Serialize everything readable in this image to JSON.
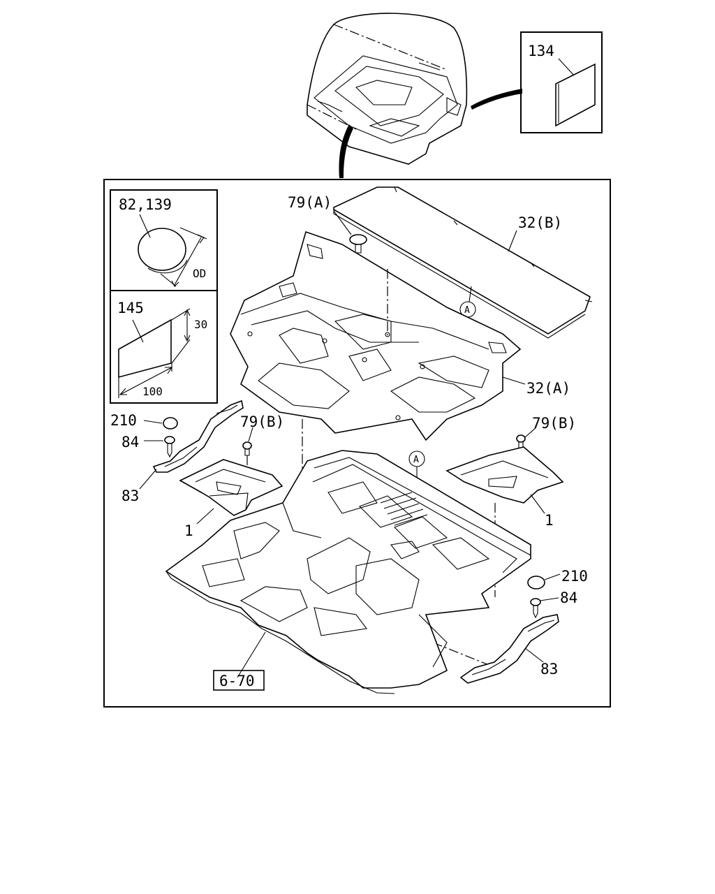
{
  "labels": {
    "p134": "134",
    "p82_139": "82,139",
    "od": "OD",
    "p145": "145",
    "dim30": "30",
    "dim100": "100",
    "p79a": "79(A)",
    "p32b": "32(B)",
    "refA1": "A",
    "p32a": "32(A)",
    "p210_left": "210",
    "p84_left": "84",
    "p79b_left": "79(B)",
    "p83_left": "83",
    "p1_left": "1",
    "refA2": "A",
    "p79b_right": "79(B)",
    "p1_right": "1",
    "p210_right": "210",
    "p84_right": "84",
    "p83_right": "83",
    "ref_6_70": "6-70"
  }
}
